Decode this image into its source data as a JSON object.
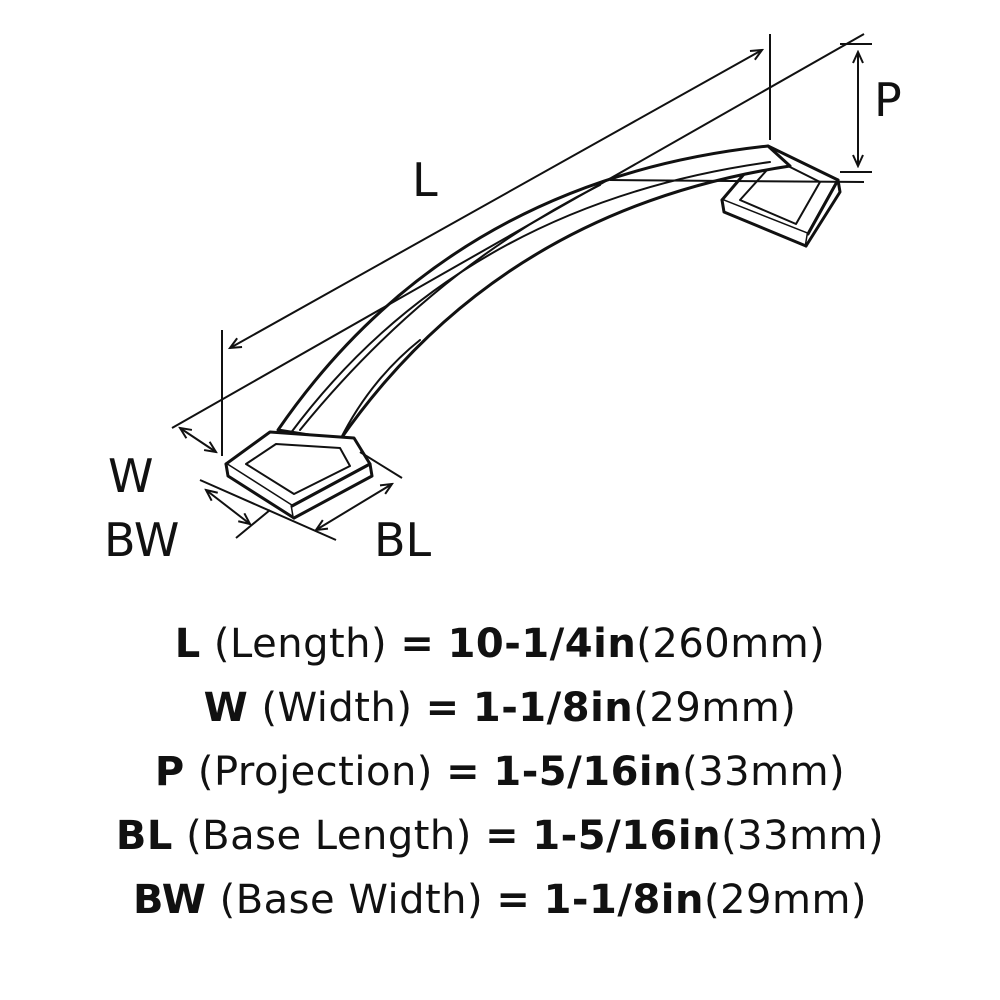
{
  "diagram": {
    "labels": {
      "length": "L",
      "projection": "P",
      "width": "W",
      "base_width": "BW",
      "base_length": "BL"
    },
    "line_color": "#111111",
    "fill_color": "#ffffff"
  },
  "specs": [
    {
      "code": "L",
      "description": "(Length)",
      "equals": "=",
      "imperial": "10-1/4in",
      "metric": "(260mm)"
    },
    {
      "code": "W",
      "description": "(Width)",
      "equals": "=",
      "imperial": "1-1/8in",
      "metric": "(29mm)"
    },
    {
      "code": "P",
      "description": "(Projection)",
      "equals": "=",
      "imperial": "1-5/16in",
      "metric": "(33mm)"
    },
    {
      "code": "BL",
      "description": "(Base Length)",
      "equals": "=",
      "imperial": "1-5/16in",
      "metric": "(33mm)"
    },
    {
      "code": "BW",
      "description": "(Base Width)",
      "equals": "=",
      "imperial": "1-1/8in",
      "metric": "(29mm)"
    }
  ]
}
